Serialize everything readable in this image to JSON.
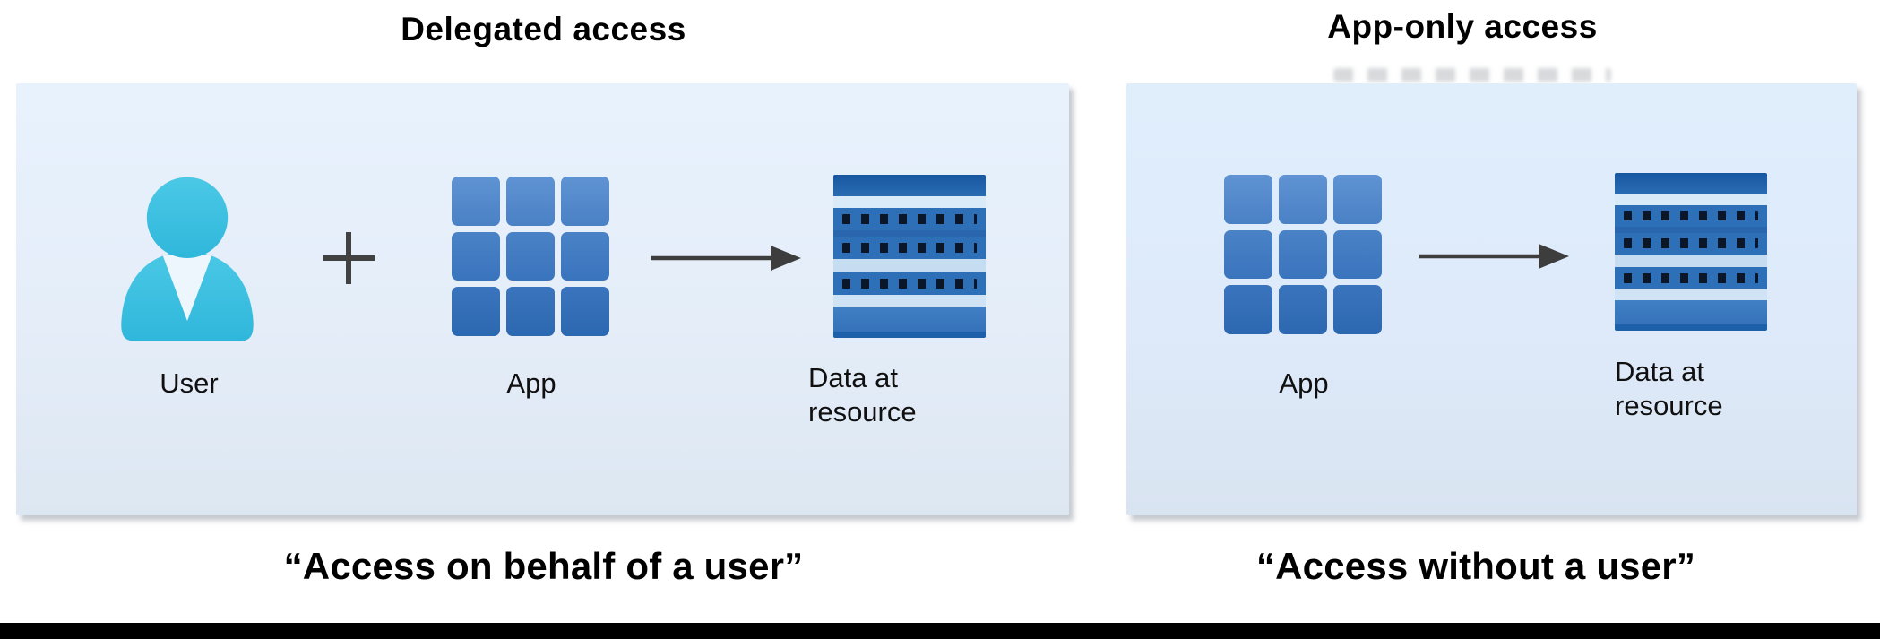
{
  "left_section": {
    "title": "Delegated access",
    "user_label": "User",
    "app_label": "App",
    "data_label": "Data at resource",
    "caption": "“Access on behalf of a user”"
  },
  "right_section": {
    "title": "App-only access",
    "app_label": "App",
    "data_label": "Data at resource",
    "caption": "“Access without a user”"
  },
  "icons": {
    "user": "user-icon",
    "plus": "plus-icon",
    "app": "app-grid-icon",
    "arrow": "arrow-right-icon",
    "data": "data-resource-icon"
  },
  "colors": {
    "panel_bg_top": "#e8f2fd",
    "panel_bg_bottom": "#dde7f2",
    "user_cyan": "#3fc3e2",
    "app_blue_row1": "#5f93d3",
    "app_blue_row2": "#4a82c6",
    "app_blue_row3": "#2c68b1",
    "data_dark_blue": "#17579f",
    "data_mid_blue": "#2e70b8",
    "data_light_band": "#d9eaf8",
    "arrow_gray": "#3d3d3d",
    "bottom_bar": "#000000"
  }
}
